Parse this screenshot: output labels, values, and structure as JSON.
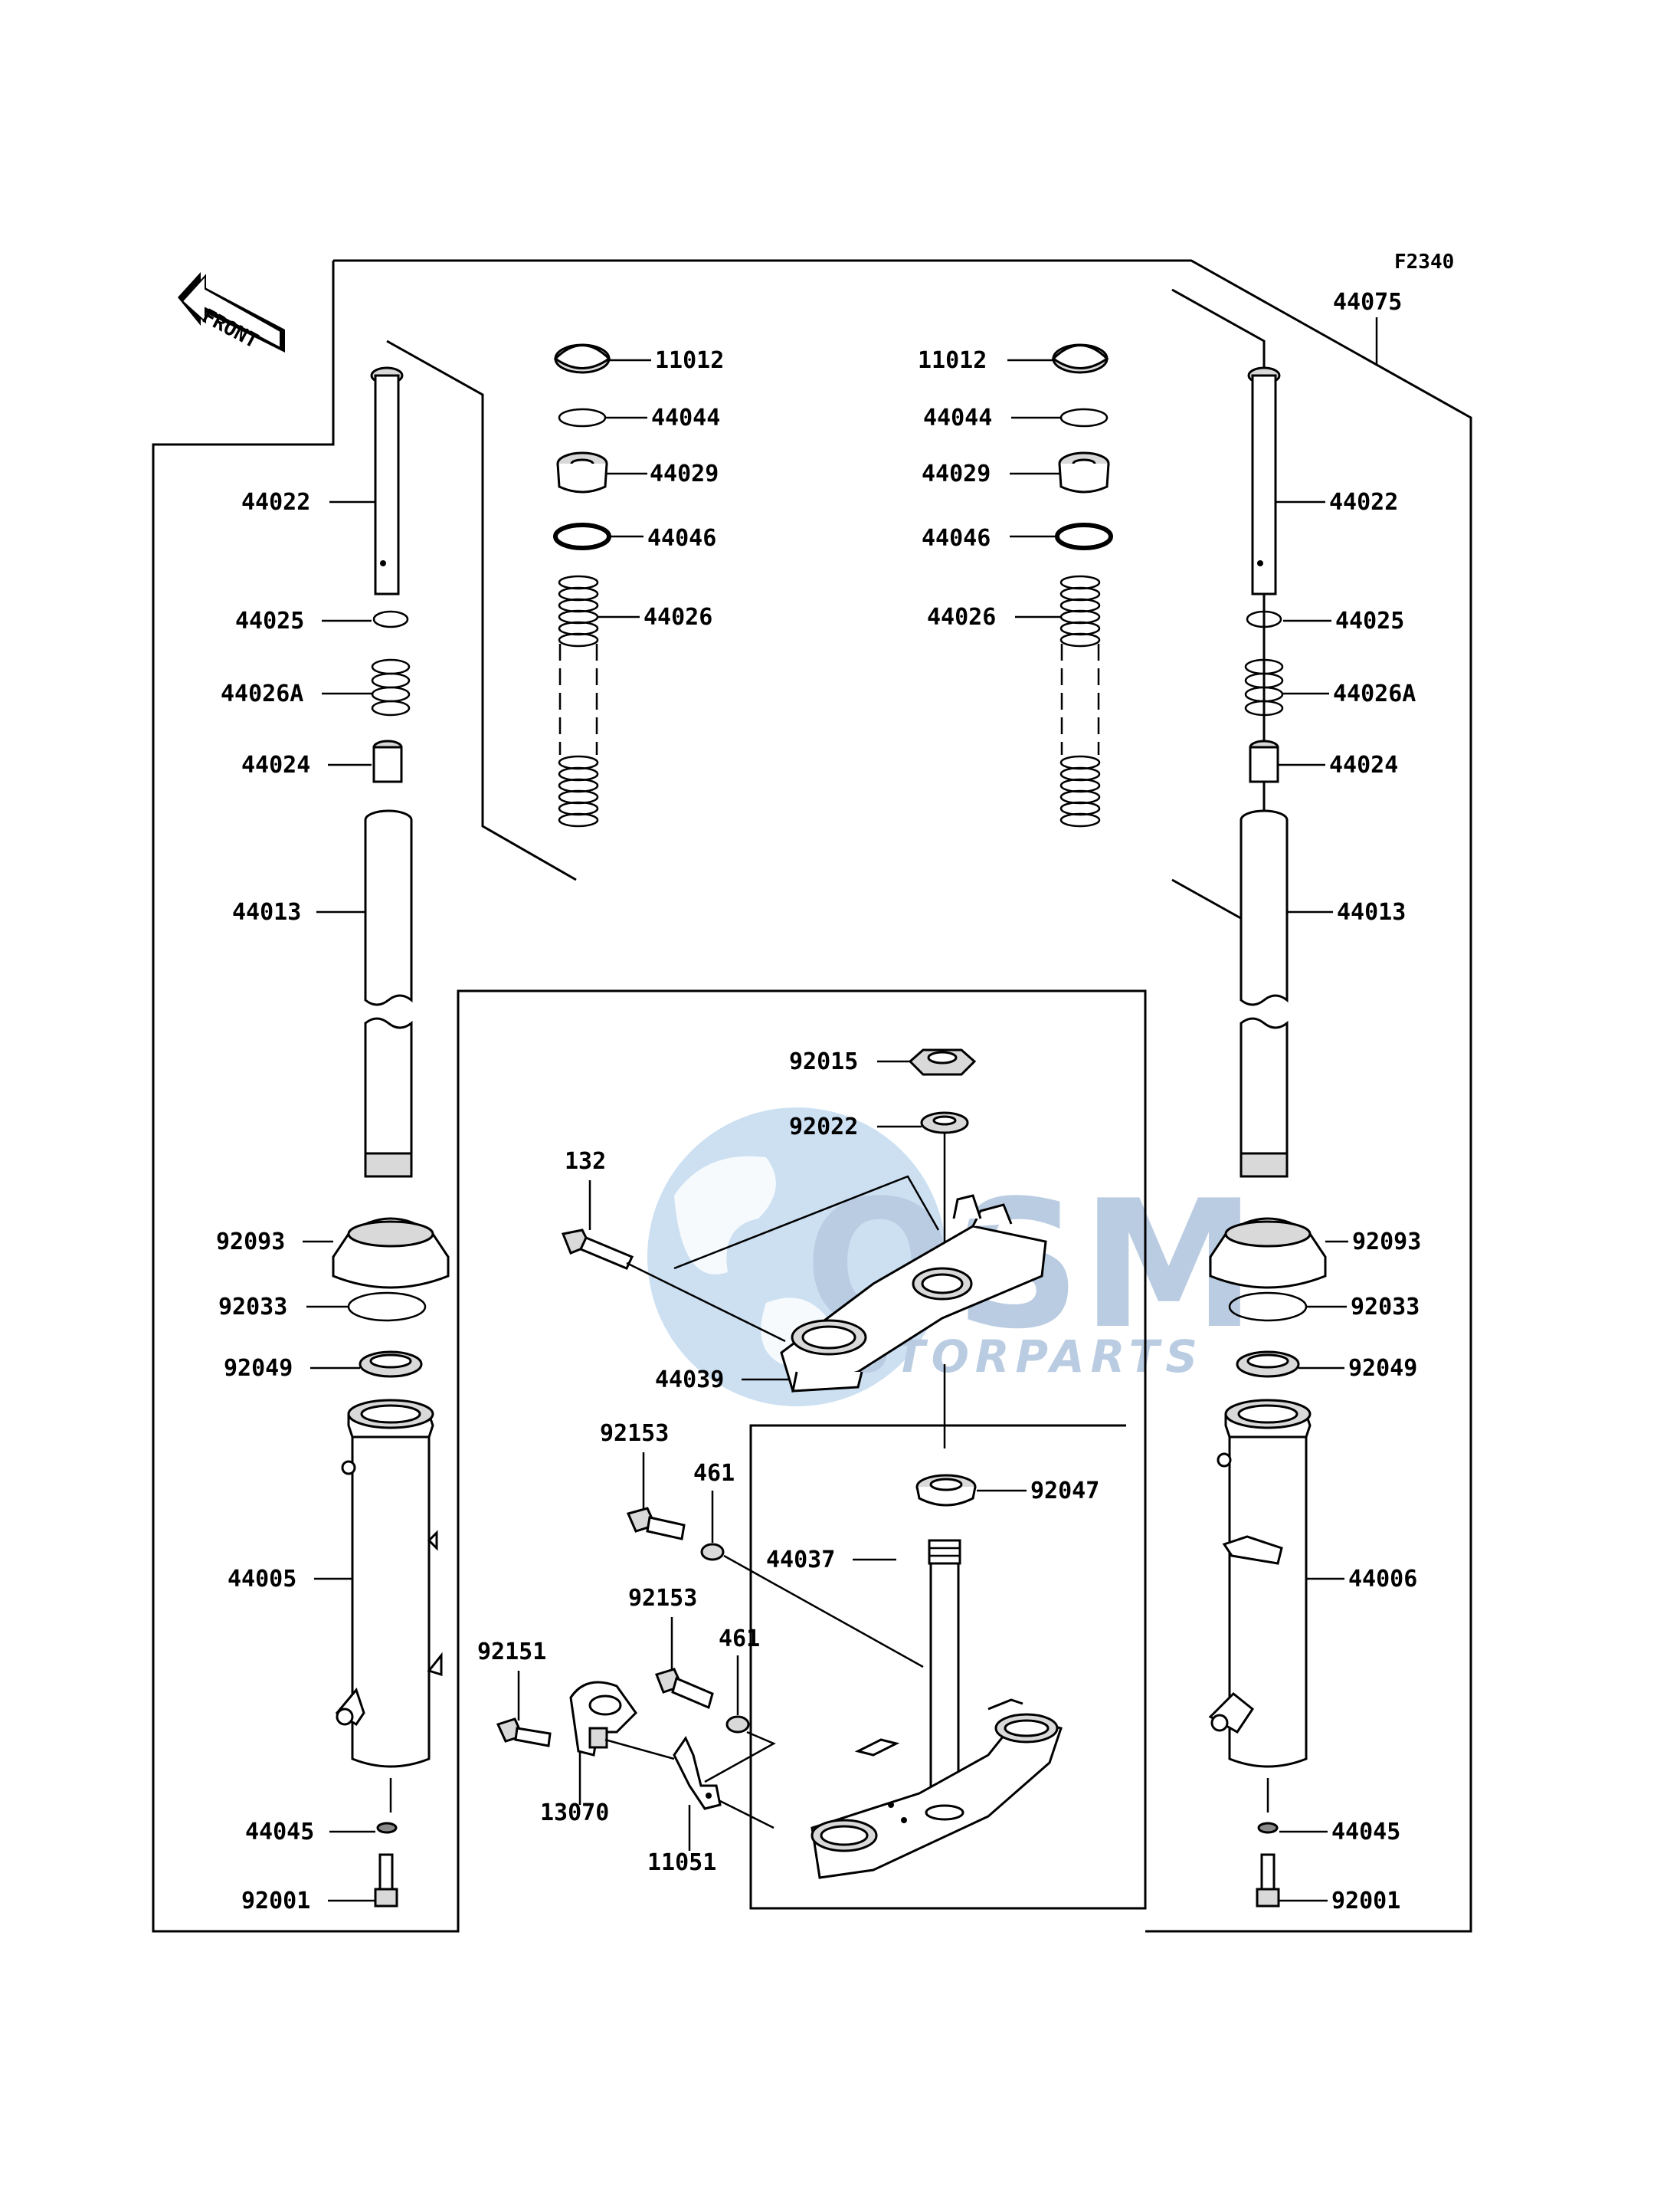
{
  "diagram": {
    "figure_code": "F2340",
    "front_label": "FRONT",
    "watermark": {
      "brand": "OSM",
      "sub": "MOTORPARTS"
    },
    "labels": {
      "p44075": "44075",
      "l11012": "11012",
      "r11012": "11012",
      "l44044": "44044",
      "r44044": "44044",
      "l44029": "44029",
      "r44029": "44029",
      "l44046": "44046",
      "r44046": "44046",
      "l44026": "44026",
      "r44026": "44026",
      "l44022": "44022",
      "r44022": "44022",
      "l44025": "44025",
      "r44025": "44025",
      "l44026A": "44026A",
      "r44026A": "44026A",
      "l44024": "44024",
      "r44024": "44024",
      "l44013": "44013",
      "r44013": "44013",
      "l92093": "92093",
      "r92093": "92093",
      "l92033": "92033",
      "r92033": "92033",
      "l92049": "92049",
      "r92049": "92049",
      "l44005": "44005",
      "r44006": "44006",
      "l44045": "44045",
      "r44045": "44045",
      "l92001": "92001",
      "r92001": "92001",
      "c92015": "92015",
      "c92022": "92022",
      "c132": "132",
      "c44039": "44039",
      "c92153a": "92153",
      "c461a": "461",
      "c92047": "92047",
      "c44037": "44037",
      "c92153b": "92153",
      "c461b": "461",
      "c92151": "92151",
      "c13070": "13070",
      "c11051": "11051"
    }
  }
}
